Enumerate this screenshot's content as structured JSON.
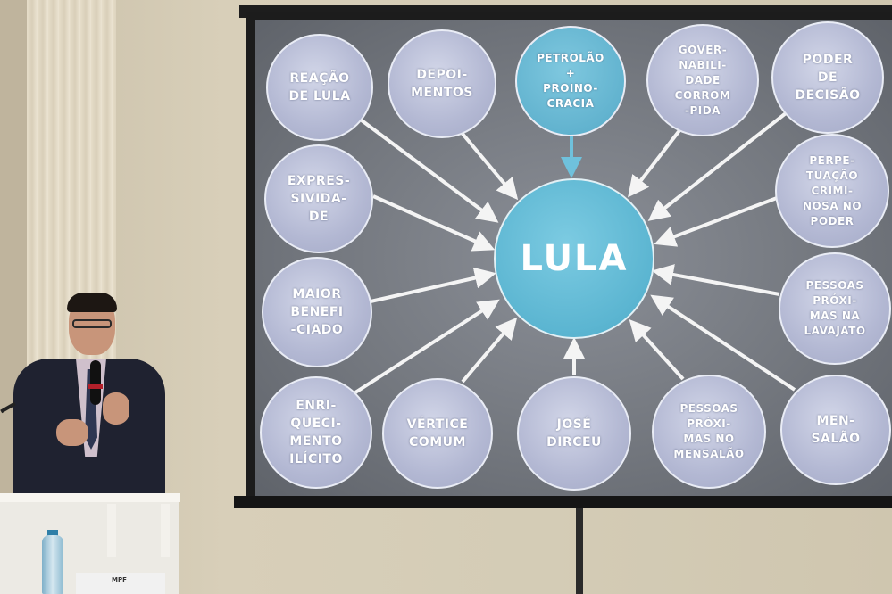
{
  "slide": {
    "center": "LULA",
    "nodes": {
      "reacao": "REAÇÃO\nDE LULA",
      "depoimentos": "DEPOI-\nMENTOS",
      "petrolao": "PETROLÃO\n+\nPROINO-\nCRACIA",
      "governabilidade": "GOVER-\nNABILI-\nDADE\nCORROM\n-PIDA",
      "poder": "PODER\nDE\nDECISÃO",
      "expressividade": "EXPRES-\nSIVIDA-\nDE",
      "perpetuacao": "PERPE-\nTUAÇÃO\nCRIMI-\nNOSA NO\nPODER",
      "maior": "MAIOR\nBENEFI\n-CIADO",
      "pessoas_lavajato": "PESSOAS\nPRÓXI-\nMAS NA\nLAVAJATO",
      "enriquecimento": "ENRI-\nQUECI-\nMENTO\nILÍCITO",
      "vertice": "VÉRTICE\nCOMUM",
      "jose": "JOSÉ\nDIRCEU",
      "pessoas_mensalao": "PESSOAS\nPRÓXI-\nMAS NO\nMENSALÃO",
      "mensalao": "MEN-\nSALÃO"
    }
  },
  "nameplate": "MPF",
  "colors": {
    "node_fill": "#b3b8d3",
    "center_fill": "#5bb5d1",
    "arrow_white": "#f4f4f4",
    "arrow_blue": "#6fc1dc"
  }
}
